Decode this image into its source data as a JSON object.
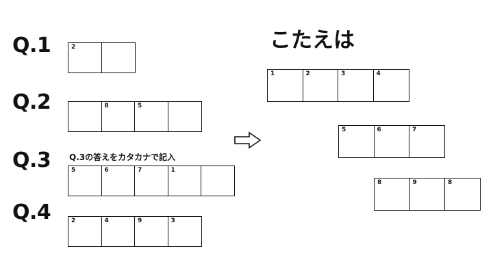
{
  "questions": [
    {
      "label": "Q.1",
      "cells": [
        "2",
        ""
      ]
    },
    {
      "label": "Q.2",
      "cells": [
        "",
        "8",
        "5",
        ""
      ]
    },
    {
      "label": "Q.3",
      "note": "Q.3の答えをカタカナで記入",
      "cells": [
        "5",
        "6",
        "7",
        "1",
        ""
      ]
    },
    {
      "label": "Q.4",
      "cells": [
        "2",
        "4",
        "9",
        "3"
      ]
    }
  ],
  "answer": {
    "title": "こたえは",
    "row1": [
      "1",
      "2",
      "3",
      "4"
    ],
    "row2": [
      "5",
      "6",
      "7"
    ],
    "row3": [
      "8",
      "9",
      "8"
    ]
  },
  "icons": {
    "arrow": "right-arrow-outline-icon"
  }
}
